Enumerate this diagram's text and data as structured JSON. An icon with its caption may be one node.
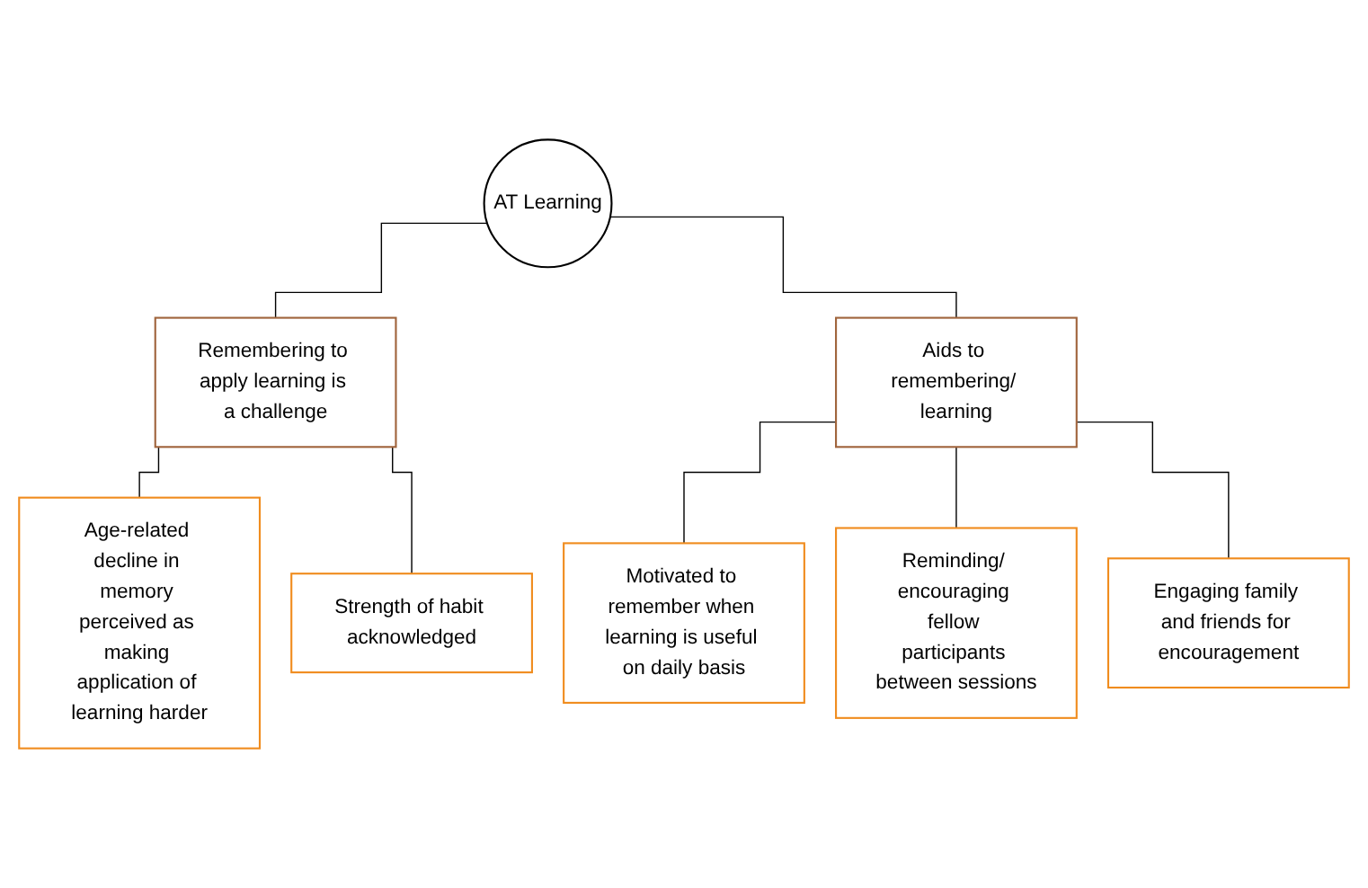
{
  "diagram": {
    "nodes": [
      {
        "text": [
          "AT Learning"
        ]
      },
      {
        "text": [
          "Remembering to apply learning is a challenge"
        ]
      },
      {
        "text": [
          "Aids to remembering/ learning"
        ]
      },
      {
        "text": [
          "Age-related decline in memory perceived as making application of learning harder"
        ]
      },
      {
        "text": [
          "Strength of habit acknowledged"
        ]
      },
      {
        "text": [
          "Motivated to remember when learning is useful on daily basis"
        ]
      },
      {
        "text": [
          "Reminding/ encouraging fellow participants between sessions"
        ]
      },
      {
        "text": [
          "Engaging family and friends for encouragement"
        ]
      }
    ],
    "edges": [
      {
        "from": 0,
        "to": 1,
        "arrow": "none"
      },
      {
        "from": 0,
        "to": 2,
        "arrow": "none"
      },
      {
        "from": 1,
        "to": 3,
        "arrow": "none"
      },
      {
        "from": 1,
        "to": 4,
        "arrow": "none"
      },
      {
        "from": 2,
        "to": 5,
        "arrow": "none"
      },
      {
        "from": 2,
        "to": 6,
        "arrow": "none"
      },
      {
        "from": 2,
        "to": 7,
        "arrow": "none"
      }
    ]
  }
}
